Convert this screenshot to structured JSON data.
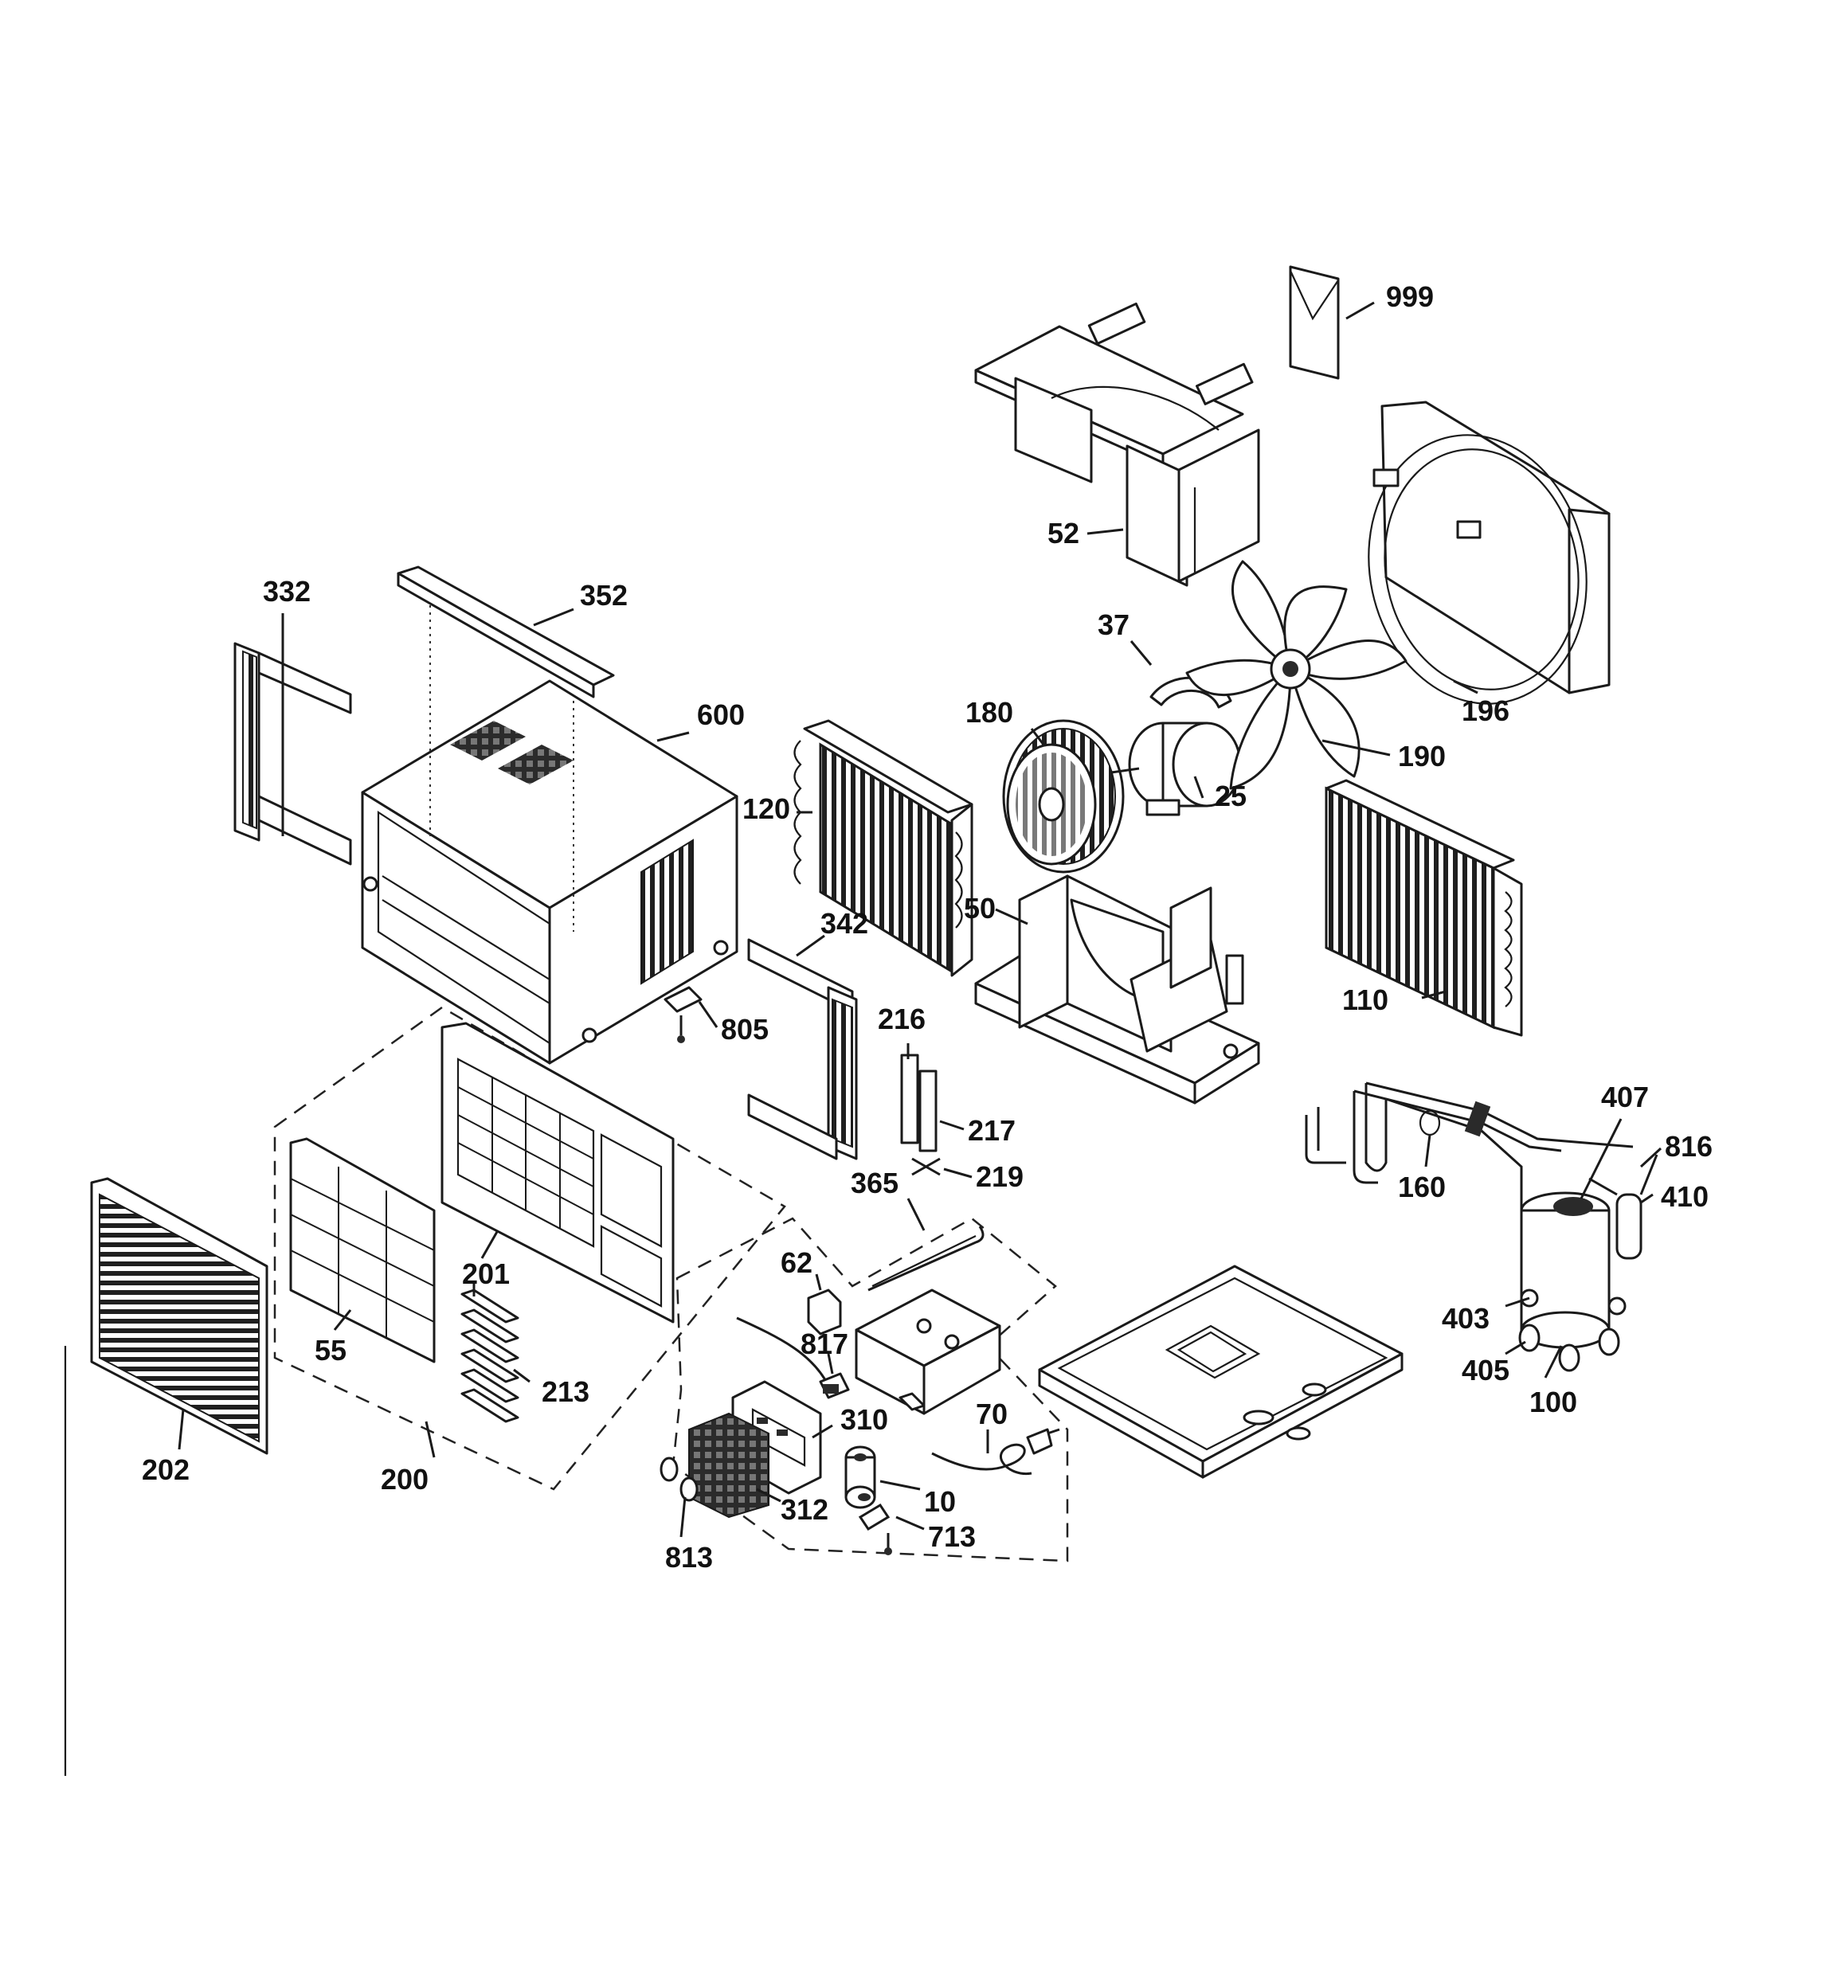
{
  "parts": [
    {
      "id": "p999",
      "label": "999"
    },
    {
      "id": "p52",
      "label": "52"
    },
    {
      "id": "p196",
      "label": "196"
    },
    {
      "id": "p332",
      "label": "332"
    },
    {
      "id": "p352",
      "label": "352"
    },
    {
      "id": "p37",
      "label": "37"
    },
    {
      "id": "p600",
      "label": "600"
    },
    {
      "id": "p180",
      "label": "180"
    },
    {
      "id": "p190",
      "label": "190"
    },
    {
      "id": "p120",
      "label": "120"
    },
    {
      "id": "p25",
      "label": "25"
    },
    {
      "id": "p50",
      "label": "50"
    },
    {
      "id": "p342",
      "label": "342"
    },
    {
      "id": "p110",
      "label": "110"
    },
    {
      "id": "p805",
      "label": "805"
    },
    {
      "id": "p216",
      "label": "216"
    },
    {
      "id": "p407",
      "label": "407"
    },
    {
      "id": "p217",
      "label": "217"
    },
    {
      "id": "p816",
      "label": "816"
    },
    {
      "id": "p219",
      "label": "219"
    },
    {
      "id": "p160",
      "label": "160"
    },
    {
      "id": "p365",
      "label": "365"
    },
    {
      "id": "p410",
      "label": "410"
    },
    {
      "id": "p62",
      "label": "62"
    },
    {
      "id": "p201",
      "label": "201"
    },
    {
      "id": "p817",
      "label": "817"
    },
    {
      "id": "p403",
      "label": "403"
    },
    {
      "id": "p55",
      "label": "55"
    },
    {
      "id": "p405",
      "label": "405"
    },
    {
      "id": "p100",
      "label": "100"
    },
    {
      "id": "p213",
      "label": "213"
    },
    {
      "id": "p70",
      "label": "70"
    },
    {
      "id": "p310",
      "label": "310"
    },
    {
      "id": "p202",
      "label": "202"
    },
    {
      "id": "p10",
      "label": "10"
    },
    {
      "id": "p200",
      "label": "200"
    },
    {
      "id": "p312",
      "label": "312"
    },
    {
      "id": "p713",
      "label": "713"
    },
    {
      "id": "p813",
      "label": "813"
    }
  ]
}
